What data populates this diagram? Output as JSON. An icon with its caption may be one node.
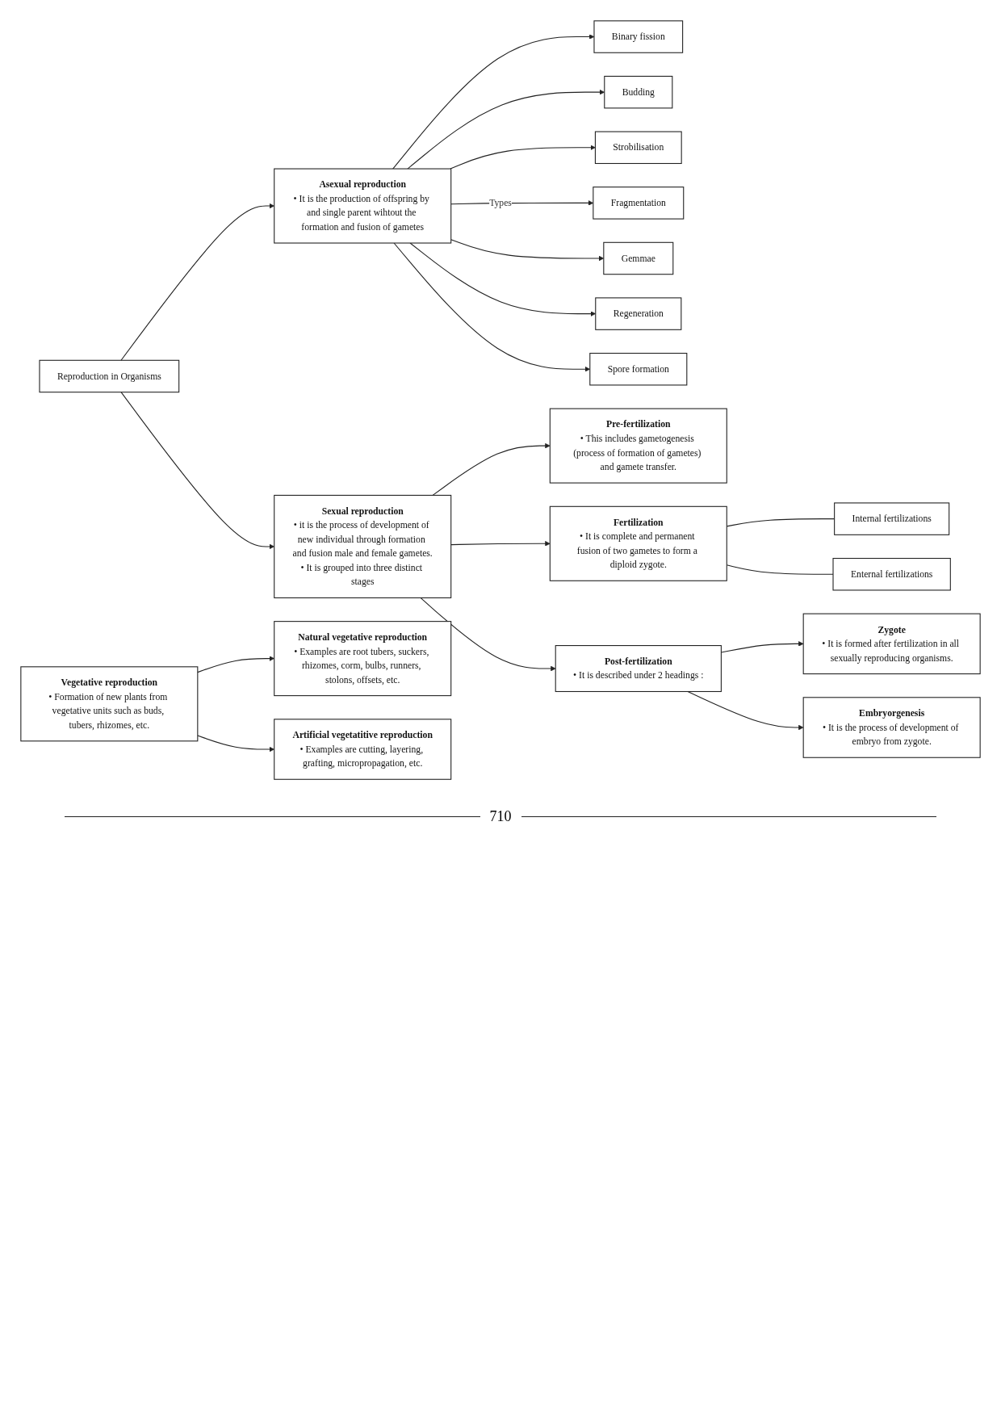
{
  "diagram": {
    "nodes": [
      {
        "text": [
          "Reproduction in Organisms"
        ]
      },
      {
        "text": [
          "Asexual reproduction",
          "• It is the production of offspring by and single parent wihtout the formation and fusion of gametes"
        ]
      },
      {
        "text": [
          "Binary fission"
        ]
      },
      {
        "text": [
          "Budding"
        ]
      },
      {
        "text": [
          "Strobilisation"
        ]
      },
      {
        "text": [
          "Fragmentation"
        ]
      },
      {
        "text": [
          "Gemmae"
        ]
      },
      {
        "text": [
          "Regeneration"
        ]
      },
      {
        "text": [
          "Spore formation"
        ]
      },
      {
        "text": [
          "Natural vegetative reproduction",
          "• Examples are root tubers, suckers, rhizomes, corm, bulbs, runners, stolons, offsets, etc."
        ]
      },
      {
        "text": [
          "Vegetative reproduction",
          "• Formation of new plants from vegetative units such as buds, tubers, rhizomes, etc."
        ]
      },
      {
        "text": [
          "Artificial vegetatitive reproduction",
          "• Examples are cutting, layering, grafting, micropropagation, etc."
        ]
      },
      {
        "text": [
          "Sexual reproduction",
          "• it is the process of development of new individual through formation and fusion male and female gametes.",
          "• It is grouped into three distinct stages"
        ]
      },
      {
        "text": [
          "Pre-fertilization",
          "• This includes gametogenesis (process of formation of gametes) and gamete transfer."
        ]
      },
      {
        "text": [
          "Fertilization",
          "• It is complete and permanent fusion of two gametes to form a diploid zygote."
        ]
      },
      {
        "text": [
          "Internal fertilizations"
        ]
      },
      {
        "text": [
          "Enternal fertilizations"
        ]
      },
      {
        "text": [
          "Post-fertilization",
          "• It is described under 2 headings :"
        ]
      },
      {
        "text": [
          "Zygote",
          "• It is formed after fertilization in all sexually reproducing organisms."
        ]
      },
      {
        "text": [
          "Embryorgenesis",
          "• It is the process of development of embryo from zygote."
        ]
      }
    ],
    "edges": [
      {
        "from": 0,
        "to": 1,
        "arrow": "to"
      },
      {
        "from": 0,
        "to": 12,
        "arrow": "to"
      },
      {
        "from": 1,
        "to": 2,
        "arrow": "to"
      },
      {
        "from": 1,
        "to": 3,
        "arrow": "to"
      },
      {
        "from": 1,
        "to": 4,
        "arrow": "to"
      },
      {
        "from": 1,
        "to": 5,
        "label": "Types",
        "arrow": "to"
      },
      {
        "from": 1,
        "to": 6,
        "arrow": "to"
      },
      {
        "from": 1,
        "to": 7,
        "arrow": "to"
      },
      {
        "from": 1,
        "to": 8,
        "arrow": "to"
      },
      {
        "from": 10,
        "to": 9,
        "arrow": "to"
      },
      {
        "from": 10,
        "to": 11,
        "arrow": "to"
      },
      {
        "from": 12,
        "to": 13,
        "arrow": "to"
      },
      {
        "from": 12,
        "to": 14,
        "arrow": "to"
      },
      {
        "from": 12,
        "to": 17,
        "arrow": "to"
      },
      {
        "from": 14,
        "to": 15,
        "arrow": "none"
      },
      {
        "from": 14,
        "to": 16,
        "arrow": "none"
      },
      {
        "from": 17,
        "to": 18,
        "arrow": "to"
      },
      {
        "from": 17,
        "to": 19,
        "arrow": "to"
      }
    ],
    "labels": [
      "710"
    ]
  }
}
